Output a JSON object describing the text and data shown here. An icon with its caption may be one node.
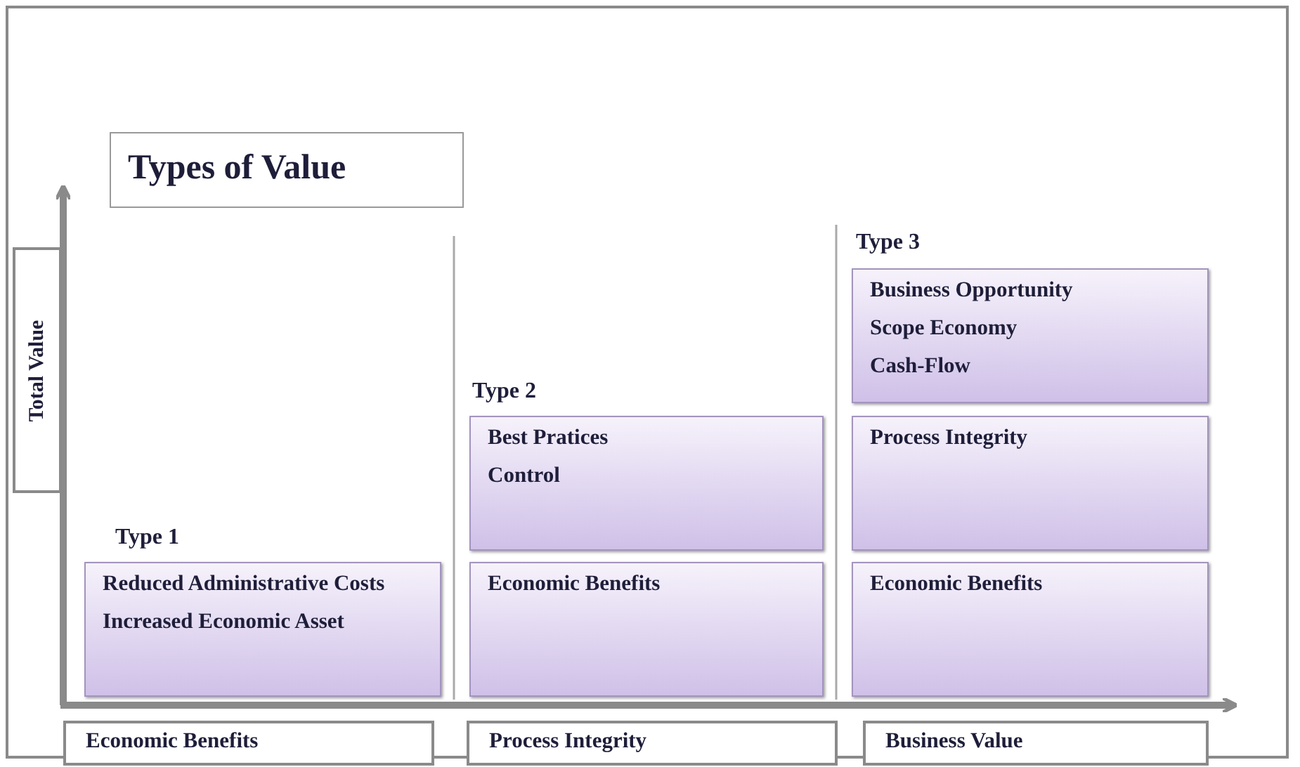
{
  "diagram": {
    "title": "Types of Value",
    "nodes": [
      {
        "text": [
          "Business Opportunity",
          "Scope Economy",
          "Cash-Flow"
        ]
      },
      {
        "text": [
          "Total Value"
        ]
      },
      {
        "text": [
          "Best Pratices",
          "Control"
        ]
      },
      {
        "text": [
          "Process Integrity"
        ]
      },
      {
        "text": [
          "Reduced Administrative Costs",
          "Increased Economic Asset"
        ]
      },
      {
        "text": [
          "Economic Benefits"
        ]
      },
      {
        "text": [
          "Economic Benefits"
        ]
      },
      {
        "text": [
          "Economic Benefits"
        ]
      },
      {
        "text": [
          "Process Integrity"
        ]
      },
      {
        "text": [
          "Business Value"
        ]
      }
    ],
    "labels": [
      "Type 3",
      "Type 2",
      "Type 1"
    ]
  }
}
